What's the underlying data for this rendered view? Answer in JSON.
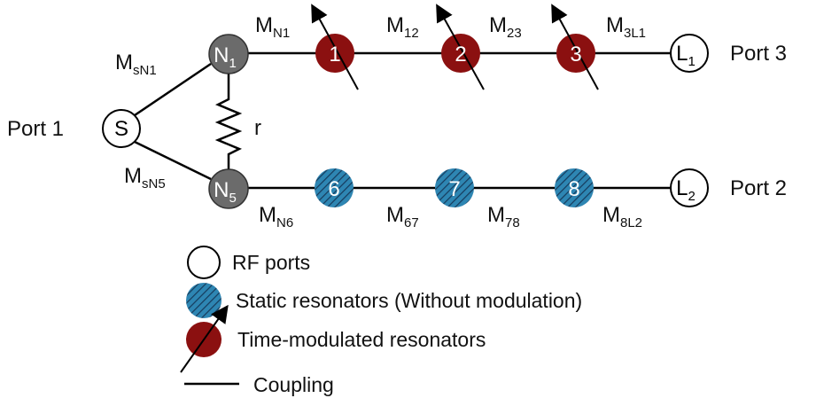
{
  "ports": {
    "port1": "Port 1",
    "port2": "Port 2",
    "port3": "Port 3"
  },
  "nodes": {
    "source": {
      "main": "S"
    },
    "n1": {
      "main": "N",
      "sub": "1"
    },
    "n5": {
      "main": "N",
      "sub": "5"
    },
    "r1": {
      "main": "1"
    },
    "r2": {
      "main": "2"
    },
    "r3": {
      "main": "3"
    },
    "r6": {
      "main": "6"
    },
    "r7": {
      "main": "7"
    },
    "r8": {
      "main": "8"
    },
    "l1": {
      "main": "L",
      "sub": "1"
    },
    "l2": {
      "main": "L",
      "sub": "2"
    }
  },
  "couplings": {
    "msn1": {
      "main": "M",
      "sub": "sN1"
    },
    "msn5": {
      "main": "M",
      "sub": "sN5"
    },
    "mn1": {
      "main": "M",
      "sub": "N1"
    },
    "m12": {
      "main": "M",
      "sub": "12"
    },
    "m23": {
      "main": "M",
      "sub": "23"
    },
    "m3l1": {
      "main": "M",
      "sub": "3L1"
    },
    "mn6": {
      "main": "M",
      "sub": "N6"
    },
    "m67": {
      "main": "M",
      "sub": "67"
    },
    "m78": {
      "main": "M",
      "sub": "78"
    },
    "m8l2": {
      "main": "M",
      "sub": "8L2"
    }
  },
  "resistor_label": "r",
  "legend": {
    "rf_ports": "RF ports",
    "static": "Static resonators (Without modulation)",
    "modulated": "Time-modulated resonators",
    "coupling": "Coupling"
  },
  "colors": {
    "time_modulated": "#8b1010",
    "static": "#2e86b3",
    "static_hatch": "#163b5c",
    "junction": "#6b6b6b",
    "port_fill": "#ffffff",
    "line": "#000000"
  }
}
